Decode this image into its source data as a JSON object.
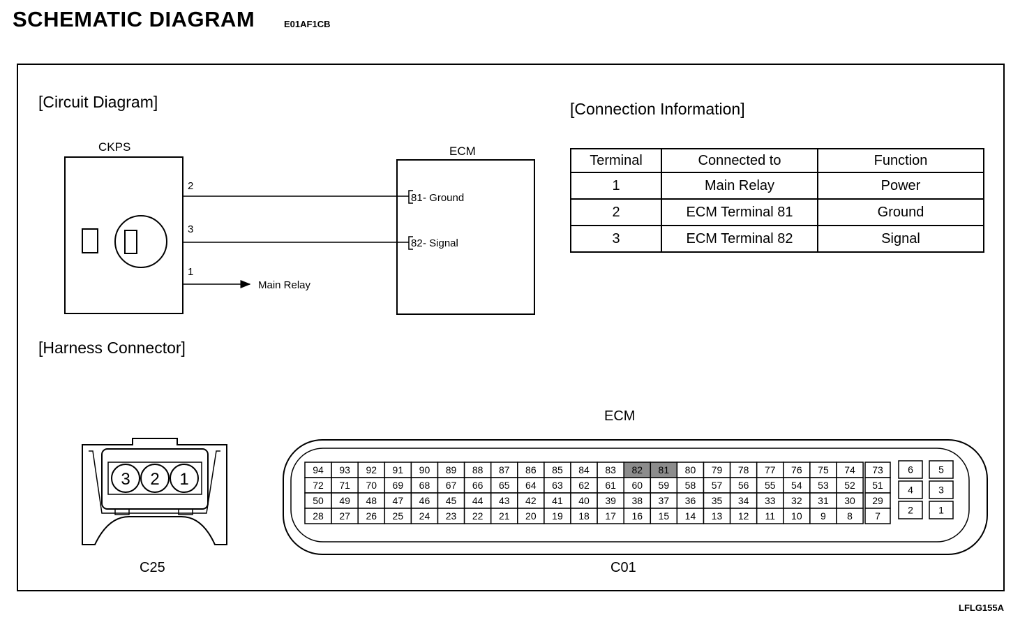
{
  "header": {
    "title": "SCHEMATIC  DIAGRAM",
    "code": "E01AF1CB"
  },
  "footer": {
    "code": "LFLG155A"
  },
  "sections": {
    "circuit": "[Circuit Diagram]",
    "connection": "[Connection Information]",
    "harness": "[Harness Connector]"
  },
  "circuit": {
    "sensor_label": "CKPS",
    "ecm_label": "ECM",
    "wires": [
      {
        "pin": "2",
        "ecm_pin": "81",
        "ecm_label": "- Ground"
      },
      {
        "pin": "3",
        "ecm_pin": "82",
        "ecm_label": "- Signal"
      },
      {
        "pin": "1",
        "dest": "Main Relay"
      }
    ]
  },
  "connection_table": {
    "headers": [
      "Terminal",
      "Connected to",
      "Function"
    ],
    "rows": [
      [
        "1",
        "Main Relay",
        "Power"
      ],
      [
        "2",
        "ECM Terminal 81",
        "Ground"
      ],
      [
        "3",
        "ECM Terminal 82",
        "Signal"
      ]
    ]
  },
  "harness": {
    "c25_label": "C25",
    "c25_pins": [
      "3",
      "2",
      "1"
    ],
    "ecm_label": "ECM",
    "c01_label": "C01",
    "main_grid": [
      [
        "94",
        "93",
        "92",
        "91",
        "90",
        "89",
        "88",
        "87",
        "86",
        "85",
        "84",
        "83",
        "82",
        "81",
        "80",
        "79",
        "78",
        "77",
        "76",
        "75",
        "74"
      ],
      [
        "72",
        "71",
        "70",
        "69",
        "68",
        "67",
        "66",
        "65",
        "64",
        "63",
        "62",
        "61",
        "60",
        "59",
        "58",
        "57",
        "56",
        "55",
        "54",
        "53",
        "52"
      ],
      [
        "50",
        "49",
        "48",
        "47",
        "46",
        "45",
        "44",
        "43",
        "42",
        "41",
        "40",
        "39",
        "38",
        "37",
        "36",
        "35",
        "34",
        "33",
        "32",
        "31",
        "30"
      ],
      [
        "28",
        "27",
        "26",
        "25",
        "24",
        "23",
        "22",
        "21",
        "20",
        "19",
        "18",
        "17",
        "16",
        "15",
        "14",
        "13",
        "12",
        "11",
        "10",
        "9",
        "8"
      ]
    ],
    "highlighted": [
      "82",
      "81"
    ],
    "middle_column": [
      "73",
      "51",
      "29",
      "7"
    ],
    "right_block": [
      [
        "6",
        "5"
      ],
      [
        "4",
        "3"
      ],
      [
        "2",
        "1"
      ]
    ],
    "highlight_color": "#8c8c8c"
  }
}
